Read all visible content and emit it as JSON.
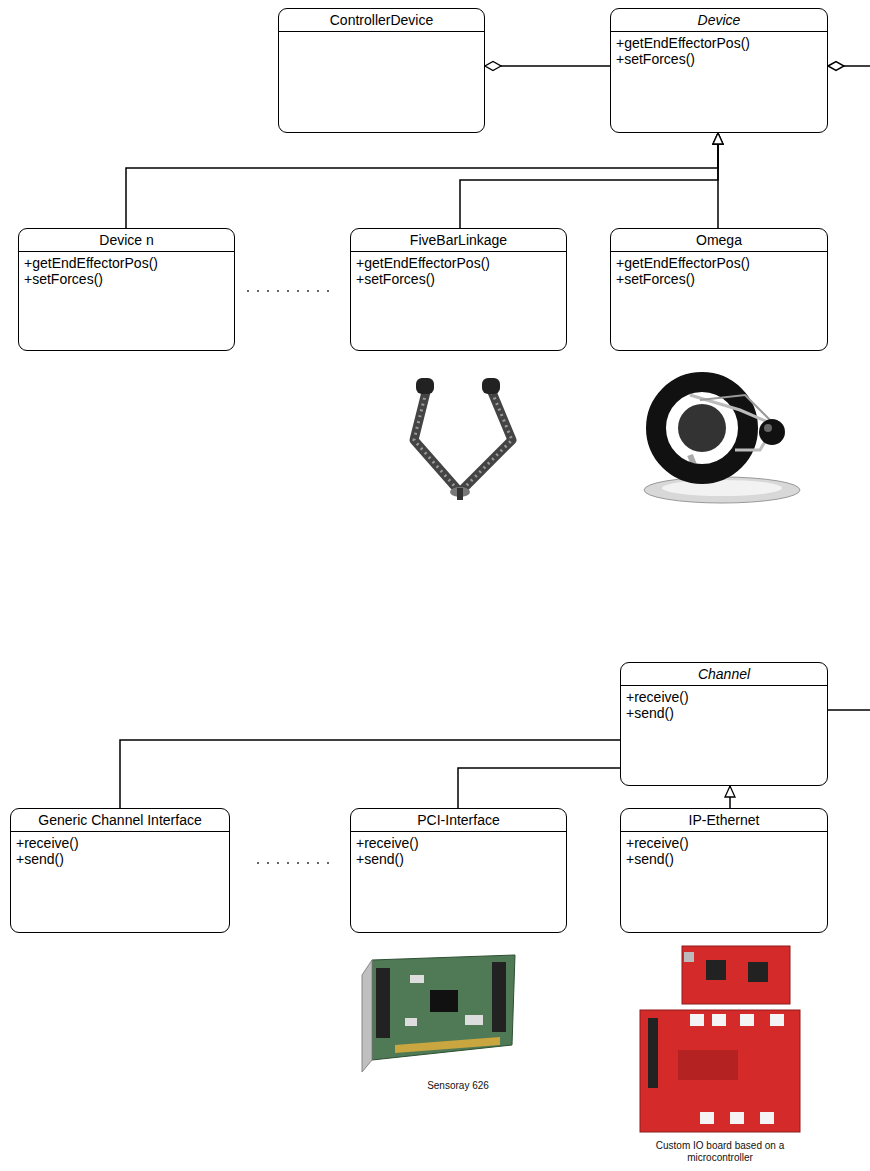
{
  "diagram": {
    "nodes": [
      {
        "text": [
          "ControllerDevice"
        ]
      },
      {
        "text": [
          "Device",
          "+getEndEffectorPos()",
          "+setForces()"
        ]
      },
      {
        "text": [
          "Device n",
          "+getEndEffectorPos()",
          "+setForces()"
        ]
      },
      {
        "text": [
          "FiveBarLinkage",
          "+getEndEffectorPos()",
          "+setForces()"
        ]
      },
      {
        "text": [
          "Omega",
          "+getEndEffectorPos()",
          "+setForces()"
        ]
      },
      {
        "text": [
          "Channel",
          "+receive()",
          "+send()"
        ]
      },
      {
        "text": [
          "Generic Channel Interface",
          "+receive()",
          "+send()"
        ]
      },
      {
        "text": [
          "PCI-Interface",
          "+receive()",
          "+send()"
        ]
      },
      {
        "text": [
          "IP-Ethernet",
          "+receive()",
          "+send()"
        ]
      }
    ],
    "edges": [
      {
        "from": 1,
        "to": 0,
        "arrow": "to"
      },
      {
        "from": 2,
        "to": 1,
        "arrow": "to"
      },
      {
        "from": 3,
        "to": 1,
        "arrow": "to"
      },
      {
        "from": 4,
        "to": 1,
        "arrow": "to"
      },
      {
        "from": 6,
        "to": 5,
        "arrow": "to"
      },
      {
        "from": 7,
        "to": 5,
        "arrow": "to"
      },
      {
        "from": 8,
        "to": 5,
        "arrow": "to"
      }
    ],
    "labels": [
      "Sensoray 626",
      "Custom IO board based on a microcontroller"
    ]
  }
}
